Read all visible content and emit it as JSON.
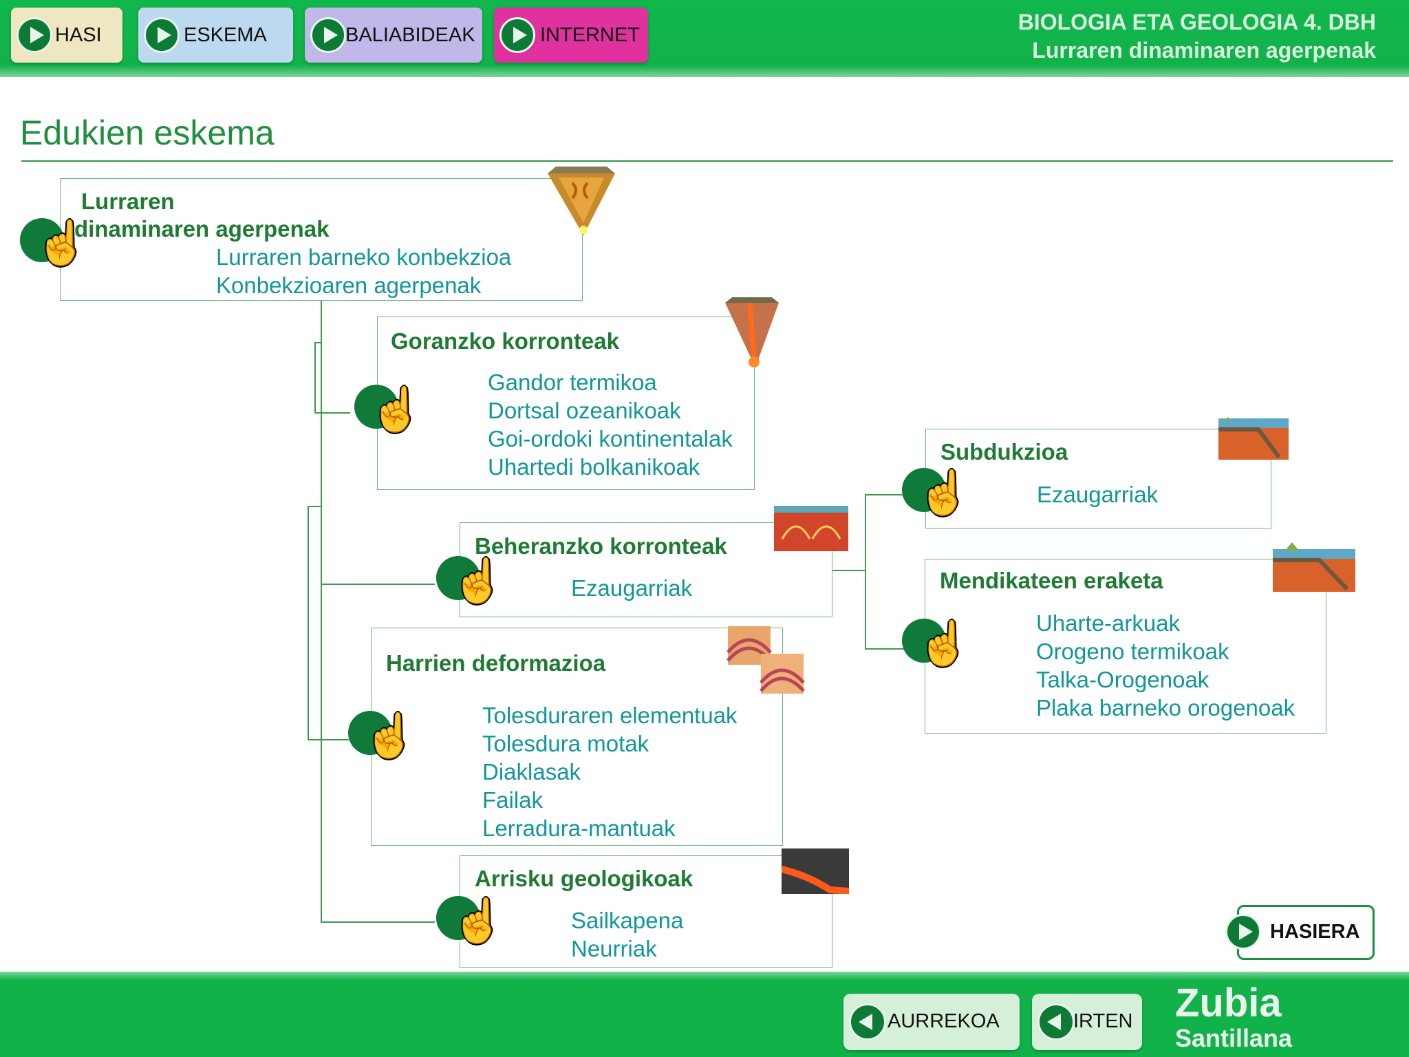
{
  "header": {
    "nav": [
      {
        "label": "HASI",
        "color": "#efe7c2"
      },
      {
        "label": "ESKEMA",
        "color": "#bcd9ef"
      },
      {
        "label": "BALIABIDEAK",
        "color": "#c1b8ea"
      },
      {
        "label": "INTERNET",
        "color": "#e0329f"
      }
    ],
    "title1": "BIOLOGIA ETA GEOLOGIA 4. DBH",
    "title2": "Lurraren dinaminaren agerpenak"
  },
  "section_title": "Edukien eskema",
  "boxes": {
    "main": {
      "title_line1": "Lurraren",
      "title_line2": "dinaminaren agerpenak",
      "items": [
        "Lurraren barneko konbekzioa",
        "Konbekzioaren agerpenak"
      ]
    },
    "goranzko": {
      "title": "Goranzko korronteak",
      "items": [
        "Gandor termikoa",
        "Dortsal ozeanikoak",
        "Goi-ordoki kontinentalak",
        "Uhartedi bolkanikoak"
      ]
    },
    "beheranzko": {
      "title": "Beheranzko korronteak",
      "items": [
        "Ezaugarriak"
      ]
    },
    "harrien": {
      "title": "Harrien deformazioa",
      "items": [
        "Tolesduraren elementuak",
        "Tolesdura motak",
        "Diaklasak",
        "Failak",
        "Lerradura-mantuak"
      ]
    },
    "arrisku": {
      "title": "Arrisku geologikoak",
      "items": [
        "Sailkapena",
        "Neurriak"
      ]
    },
    "subdukzioa": {
      "title": "Subdukzioa",
      "items": [
        "Ezaugarriak"
      ]
    },
    "mendikateen": {
      "title": "Mendikateen eraketa",
      "items": [
        "Uharte-arkuak",
        "Orogeno termikoak",
        "Talka-Orogenoak",
        "Plaka barneko orogenoak"
      ]
    }
  },
  "hand_glyph": "☝",
  "hasiera_label": "HASIERA",
  "footer": {
    "prev_label": "AURREKOA",
    "exit_label": "IRTEN",
    "brand1": "Zubia",
    "brand2": "Santillana"
  }
}
